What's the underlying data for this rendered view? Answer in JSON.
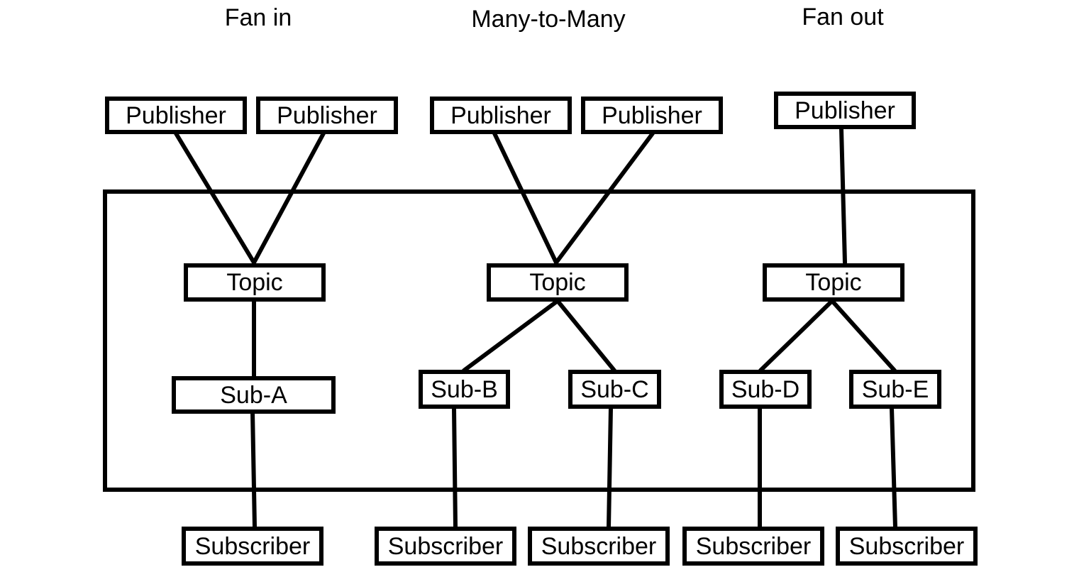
{
  "headings": {
    "fan_in": "Fan in",
    "many_to_many": "Many-to-Many",
    "fan_out": "Fan out"
  },
  "nodes": {
    "pub1": "Publisher",
    "pub2": "Publisher",
    "pub3": "Publisher",
    "pub4": "Publisher",
    "pub5": "Publisher",
    "topic1": "Topic",
    "topic2": "Topic",
    "topic3": "Topic",
    "sub_a": "Sub-A",
    "sub_b": "Sub-B",
    "sub_c": "Sub-C",
    "sub_d": "Sub-D",
    "sub_e": "Sub-E",
    "subscriber1": "Subscriber",
    "subscriber2": "Subscriber",
    "subscriber3": "Subscriber",
    "subscriber4": "Subscriber",
    "subscriber5": "Subscriber"
  },
  "colors": {
    "stroke": "#000000",
    "background": "#ffffff"
  }
}
